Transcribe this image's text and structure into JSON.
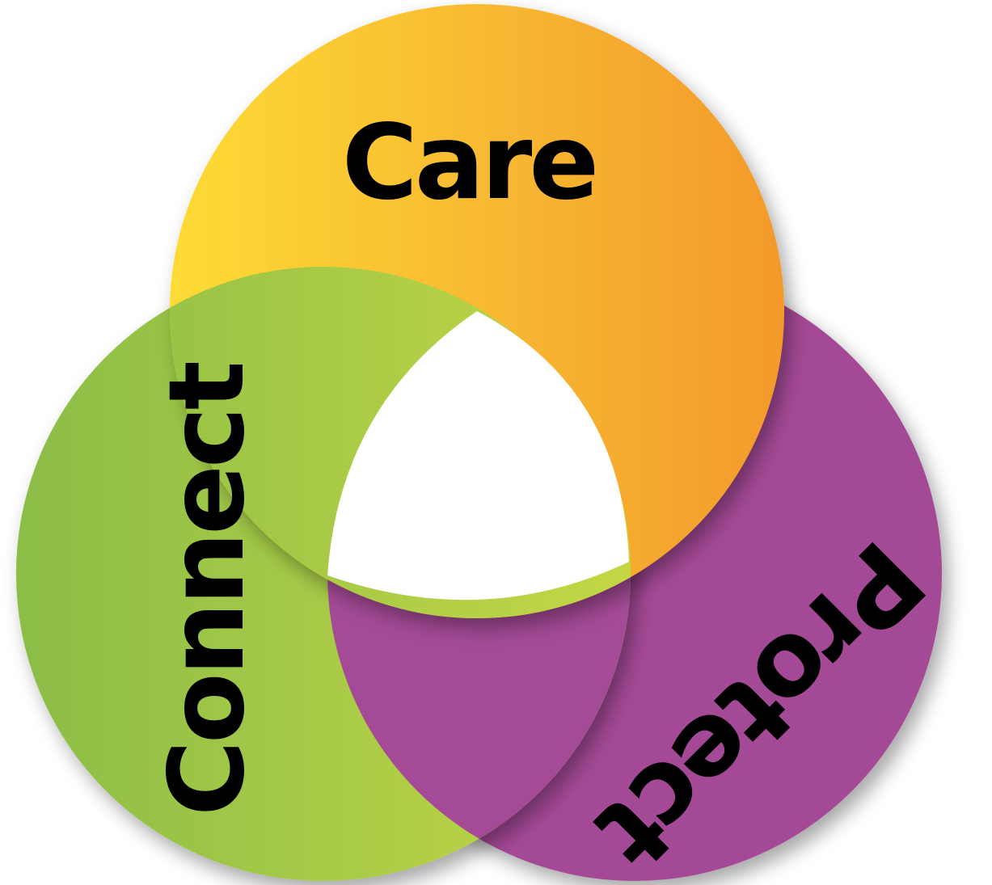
{
  "diagram": {
    "circles": [
      {
        "key": "care",
        "label": "Care",
        "color_start": "#fddb35",
        "color_end": "#f39a2c"
      },
      {
        "key": "connect",
        "label": "Connect",
        "color_start": "#8bbd47",
        "color_end": "#c4d745"
      },
      {
        "key": "protect",
        "label": "Protect",
        "color": "#a44a96"
      }
    ]
  }
}
